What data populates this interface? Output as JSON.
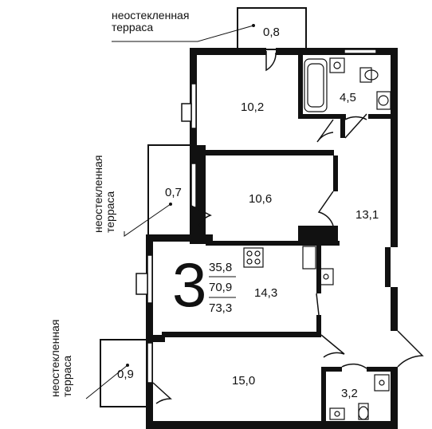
{
  "rooms": [
    {
      "id": "room-1",
      "area": "10,2"
    },
    {
      "id": "room-2",
      "area": "10,6"
    },
    {
      "id": "kitchen",
      "area": "14,3"
    },
    {
      "id": "room-3",
      "area": "15,0"
    },
    {
      "id": "hall",
      "area": "13,1"
    },
    {
      "id": "bathroom",
      "area": "4,5"
    },
    {
      "id": "wc",
      "area": "3,2"
    },
    {
      "id": "terrace-top",
      "area": "0,8"
    },
    {
      "id": "terrace-mid",
      "area": "0,7"
    },
    {
      "id": "terrace-bottom",
      "area": "0,9"
    }
  ],
  "terrace_note": {
    "line1": "неостекленная",
    "line2": "терраса"
  },
  "summary": {
    "rooms_count": "3",
    "living_area": "35,8",
    "total_area": "70,9",
    "total_area_with_terraces": "73,3"
  }
}
